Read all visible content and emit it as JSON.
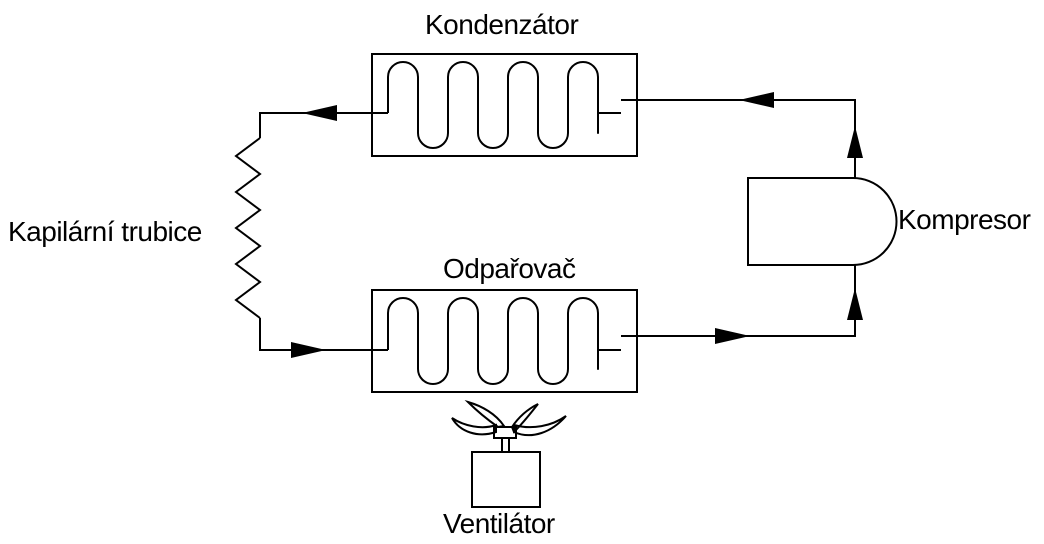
{
  "labels": {
    "condenser": "Kondenzátor",
    "evaporator": "Odpařovač",
    "capillary_tube": "Kapilární trubice",
    "compressor": "Kompresor",
    "fan": "Ventilátor"
  },
  "colors": {
    "line": "#000000",
    "background": "#ffffff"
  }
}
